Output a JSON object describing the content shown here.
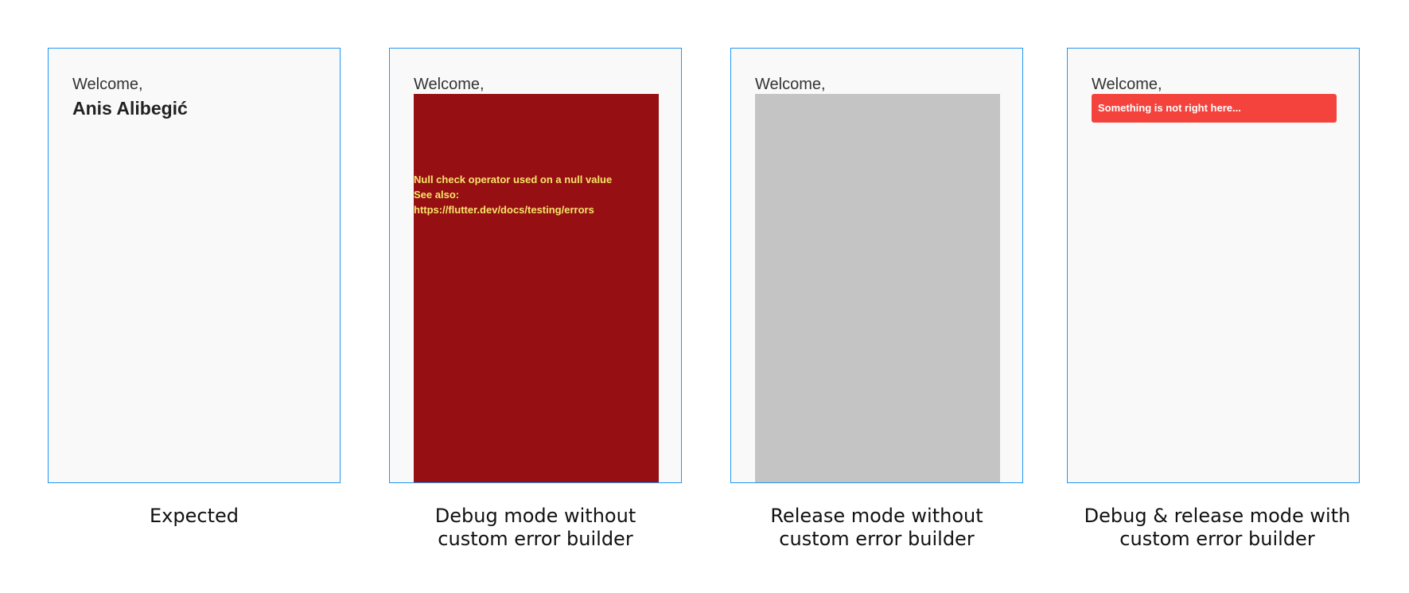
{
  "panels": [
    {
      "welcome": "Welcome,",
      "name": "Anis Alibegić",
      "caption": [
        "Expected"
      ]
    },
    {
      "welcome": "Welcome,",
      "error_lines": [
        "Null check operator used on a null value",
        "See also:",
        "https://flutter.dev/docs/testing/errors"
      ],
      "caption": [
        "Debug mode without",
        "custom error builder"
      ]
    },
    {
      "welcome": "Welcome,",
      "caption": [
        "Release mode without",
        "custom error builder"
      ]
    },
    {
      "welcome": "Welcome,",
      "custom_error": "Something is not right here...",
      "caption": [
        "Debug & release mode with",
        "custom error builder"
      ]
    }
  ],
  "colors": {
    "panel_border": "#2196f3",
    "panel_background": "#f9f9f9",
    "debug_error_background": "#960f12",
    "debug_error_text": "#f7e56b",
    "release_error_background": "#c4c4c4",
    "custom_error_background": "#f4433c",
    "custom_error_text": "#ffffff"
  }
}
